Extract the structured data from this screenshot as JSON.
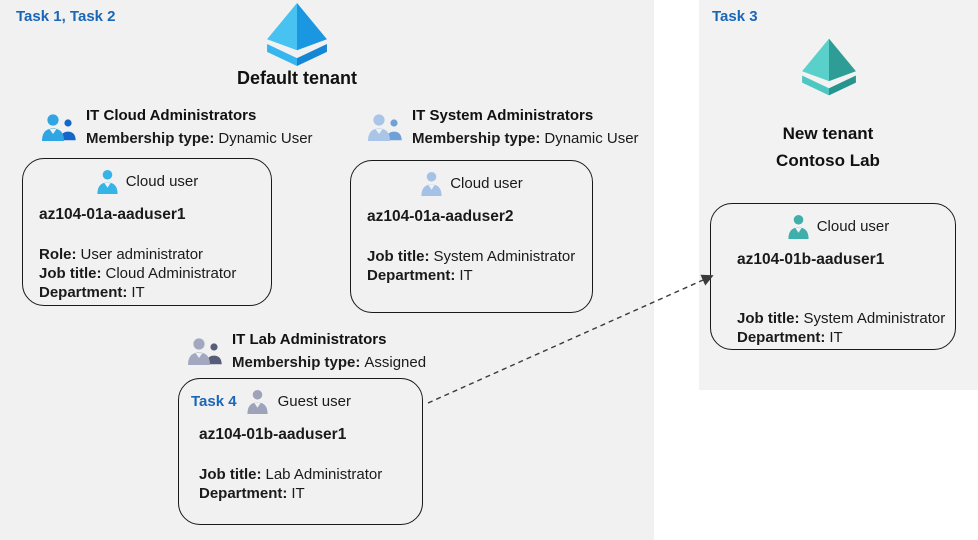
{
  "colors": {
    "task_label": "#1a67b7",
    "left_panel_bg": "#f1f1f1",
    "right_panel_bg": "#f2f2f2",
    "text": "#1a1a1a",
    "card_border": "#1a1a1a",
    "arrow": "#3a3a3a",
    "aad_blue_left": "#47c2f1",
    "aad_blue_right": "#1b96e0",
    "aad_blue_base_left": "#36b5ee",
    "aad_blue_base_right": "#1586d6",
    "aad_teal_left": "#5ad0ca",
    "aad_teal_right": "#2e9d95",
    "aad_teal_base_left": "#4fc7c1",
    "aad_teal_base_right": "#27958d",
    "user_cloud_blue": "#35b4e8",
    "user_cloud_steel": "#a5c2e6",
    "user_guest_gray": "#9ea3ba",
    "user_cloud_teal": "#3fafac",
    "group1_big": "#2fa5e4",
    "group1_small": "#1566c8",
    "group2_big": "#a9c6e8",
    "group2_small": "#70a0d8",
    "group3_big": "#a3a8c0",
    "group3_small": "#575c7a"
  },
  "left_panel": {
    "task_label": "Task 1, Task 2",
    "tenant_name": "Default tenant",
    "groups": [
      {
        "name": "IT Cloud Administrators",
        "membership_label": "Membership type:",
        "membership_value": "Dynamic User"
      },
      {
        "name": "IT System Administrators",
        "membership_label": "Membership type:",
        "membership_value": "Dynamic User"
      },
      {
        "name": "IT Lab Administrators",
        "membership_label": "Membership type:",
        "membership_value": "Assigned"
      }
    ],
    "cards": [
      {
        "user_type": "Cloud user",
        "name": "az104-01a-aaduser1",
        "fields": [
          {
            "label": "Role:",
            "value": "User administrator"
          },
          {
            "label": "Job title:",
            "value": "Cloud Administrator"
          },
          {
            "label": "Department:",
            "value": "IT"
          }
        ]
      },
      {
        "user_type": "Cloud user",
        "name": "az104-01a-aaduser2",
        "fields": [
          {
            "label": "Job title:",
            "value": "System Administrator"
          },
          {
            "label": "Department:",
            "value": "IT"
          }
        ]
      },
      {
        "task_label": "Task 4",
        "user_type": "Guest user",
        "name": "az104-01b-aaduser1",
        "fields": [
          {
            "label": "Job title:",
            "value": "Lab Administrator"
          },
          {
            "label": "Department:",
            "value": "IT"
          }
        ]
      }
    ]
  },
  "right_panel": {
    "task_label": "Task 3",
    "tenant_name_line1": "New tenant",
    "tenant_name_line2": "Contoso Lab",
    "card": {
      "user_type": "Cloud user",
      "name": "az104-01b-aaduser1",
      "fields": [
        {
          "label": "Job title:",
          "value": "System Administrator"
        },
        {
          "label": "Department:",
          "value": "IT"
        }
      ]
    }
  }
}
